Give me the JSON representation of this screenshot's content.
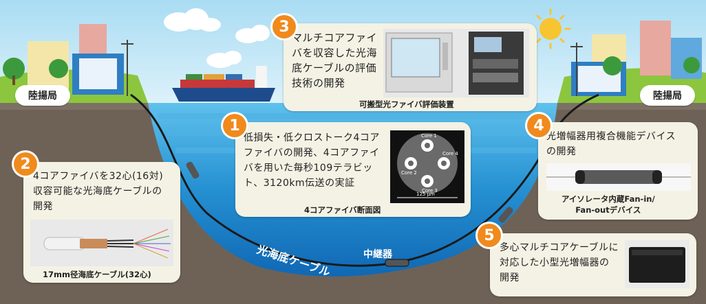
{
  "stations": {
    "left": "陸揚局",
    "right": "陸揚局"
  },
  "cable": {
    "label": "光海底ケーブル",
    "repeater": "中継器"
  },
  "items": [
    {
      "number": "1",
      "text": [
        "低損失・低クロストーク4コア",
        "ファイバの開発、4コアファイ",
        "バを用いた毎秒109テラビッ",
        "ト、3120km伝送の実証"
      ],
      "caption": "4コアファイバ断面図"
    },
    {
      "number": "2",
      "text": [
        "4コアファイバを32心(16対)",
        "収容可能な光海底ケーブルの",
        "開発"
      ],
      "caption": "17mm径海底ケーブル(32心)"
    },
    {
      "number": "3",
      "text": [
        "マルチコアファイ",
        "バを収容した光海",
        "底ケーブルの評価",
        "技術の開発"
      ],
      "caption": "可搬型光ファイバ評価装置"
    },
    {
      "number": "4",
      "text": [
        "光増幅器用複合機能デバイス",
        "の開発"
      ],
      "caption": [
        "アイソレータ内蔵Fan-in/",
        "Fan-outデバイス"
      ]
    },
    {
      "number": "5",
      "text": [
        "多心マルチコアケーブルに",
        "対応した小型光増幅器の",
        "開発"
      ]
    }
  ],
  "fiber": {
    "cores": [
      "Core 1",
      "Core 2",
      "Core 3",
      "Core 4"
    ],
    "scale": "125 µm"
  },
  "colors": {
    "sky": "#bfe3f3",
    "ground": "#6e6257",
    "sea": "#1f8fd0",
    "badge": "#f08a1c",
    "callout": "#f3f2e4",
    "grass": "#8cc63e"
  }
}
